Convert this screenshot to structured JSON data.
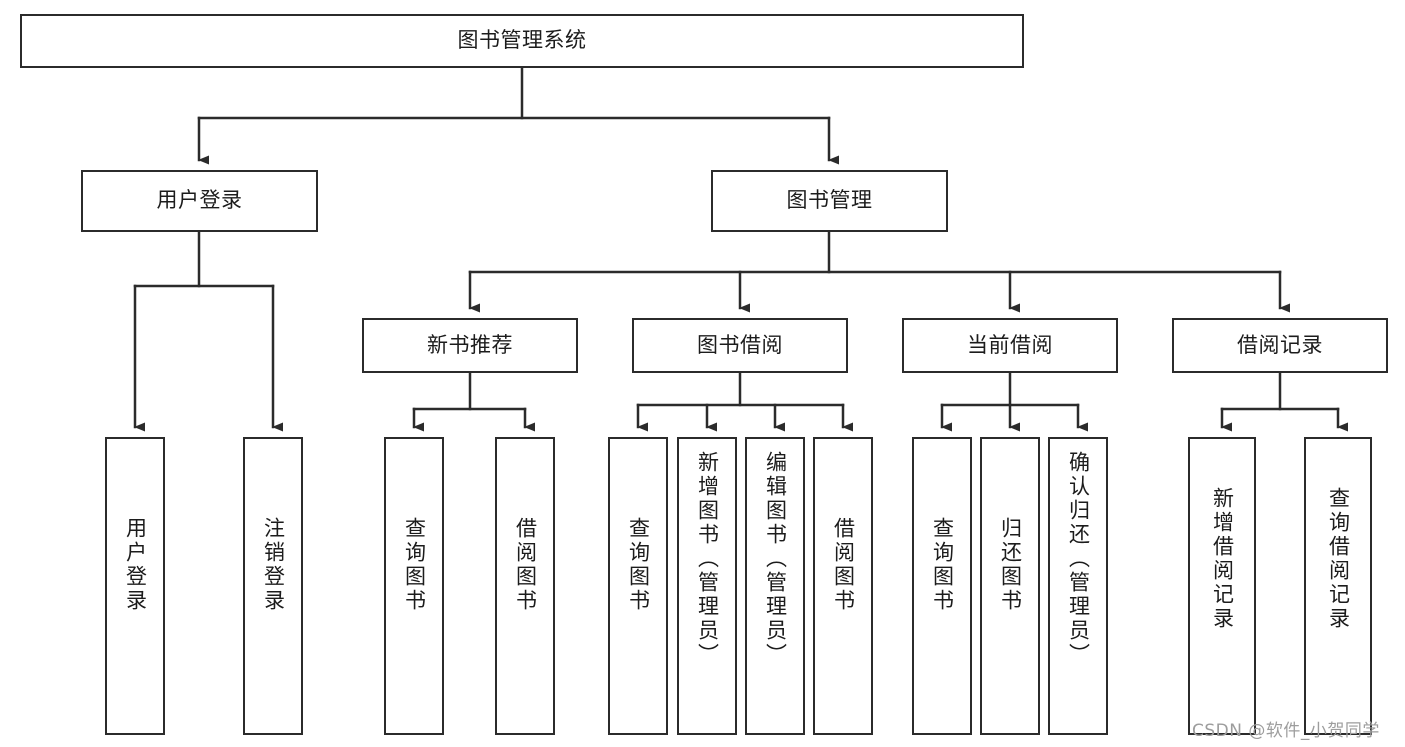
{
  "diagram": {
    "title": "图书管理系统",
    "type": "hierarchy-tree",
    "root": {
      "id": "root",
      "label": "图书管理系统",
      "orientation": "horizontal"
    },
    "level1": [
      {
        "id": "user-login",
        "label": "用户登录",
        "orientation": "horizontal"
      },
      {
        "id": "book-management",
        "label": "图书管理",
        "orientation": "horizontal"
      }
    ],
    "level2": [
      {
        "id": "new-book-recommend",
        "label": "新书推荐",
        "orientation": "horizontal",
        "parent": "book-management"
      },
      {
        "id": "book-borrow",
        "label": "图书借阅",
        "orientation": "horizontal",
        "parent": "book-management"
      },
      {
        "id": "current-borrow",
        "label": "当前借阅",
        "orientation": "horizontal",
        "parent": "book-management"
      },
      {
        "id": "borrow-record",
        "label": "借阅记录",
        "orientation": "horizontal",
        "parent": "book-management"
      }
    ],
    "leaves": [
      {
        "id": "leaf-user-login",
        "label": "用户登录",
        "parent": "user-login",
        "orientation": "vertical"
      },
      {
        "id": "leaf-user-logout",
        "label": "注销登录",
        "parent": "user-login",
        "orientation": "vertical"
      },
      {
        "id": "leaf-query-book-1",
        "label": "查询图书",
        "parent": "new-book-recommend",
        "orientation": "vertical"
      },
      {
        "id": "leaf-borrow-book-1",
        "label": "借阅图书",
        "parent": "new-book-recommend",
        "orientation": "vertical"
      },
      {
        "id": "leaf-query-book-2",
        "label": "查询图书",
        "parent": "book-borrow",
        "orientation": "vertical"
      },
      {
        "id": "leaf-add-book",
        "label": "新增图书（管理员）",
        "parent": "book-borrow",
        "orientation": "vertical"
      },
      {
        "id": "leaf-edit-book",
        "label": "编辑图书（管理员）",
        "parent": "book-borrow",
        "orientation": "vertical"
      },
      {
        "id": "leaf-borrow-book-2",
        "label": "借阅图书",
        "parent": "book-borrow",
        "orientation": "vertical"
      },
      {
        "id": "leaf-query-book-3",
        "label": "查询图书",
        "parent": "current-borrow",
        "orientation": "vertical"
      },
      {
        "id": "leaf-return-book",
        "label": "归还图书",
        "parent": "current-borrow",
        "orientation": "vertical"
      },
      {
        "id": "leaf-confirm-return",
        "label": "确认归还（管理员）",
        "parent": "current-borrow",
        "orientation": "vertical"
      },
      {
        "id": "leaf-add-record",
        "label": "新增借阅记录",
        "parent": "borrow-record",
        "orientation": "vertical"
      },
      {
        "id": "leaf-query-record",
        "label": "查询借阅记录",
        "parent": "borrow-record",
        "orientation": "vertical"
      }
    ],
    "watermark": "CSDN @软件_小贺同学",
    "colors": {
      "stroke": "#2b2b2b",
      "fill": "#ffffff",
      "text": "#1c1c1c",
      "watermark": "#9d9d9d"
    }
  }
}
